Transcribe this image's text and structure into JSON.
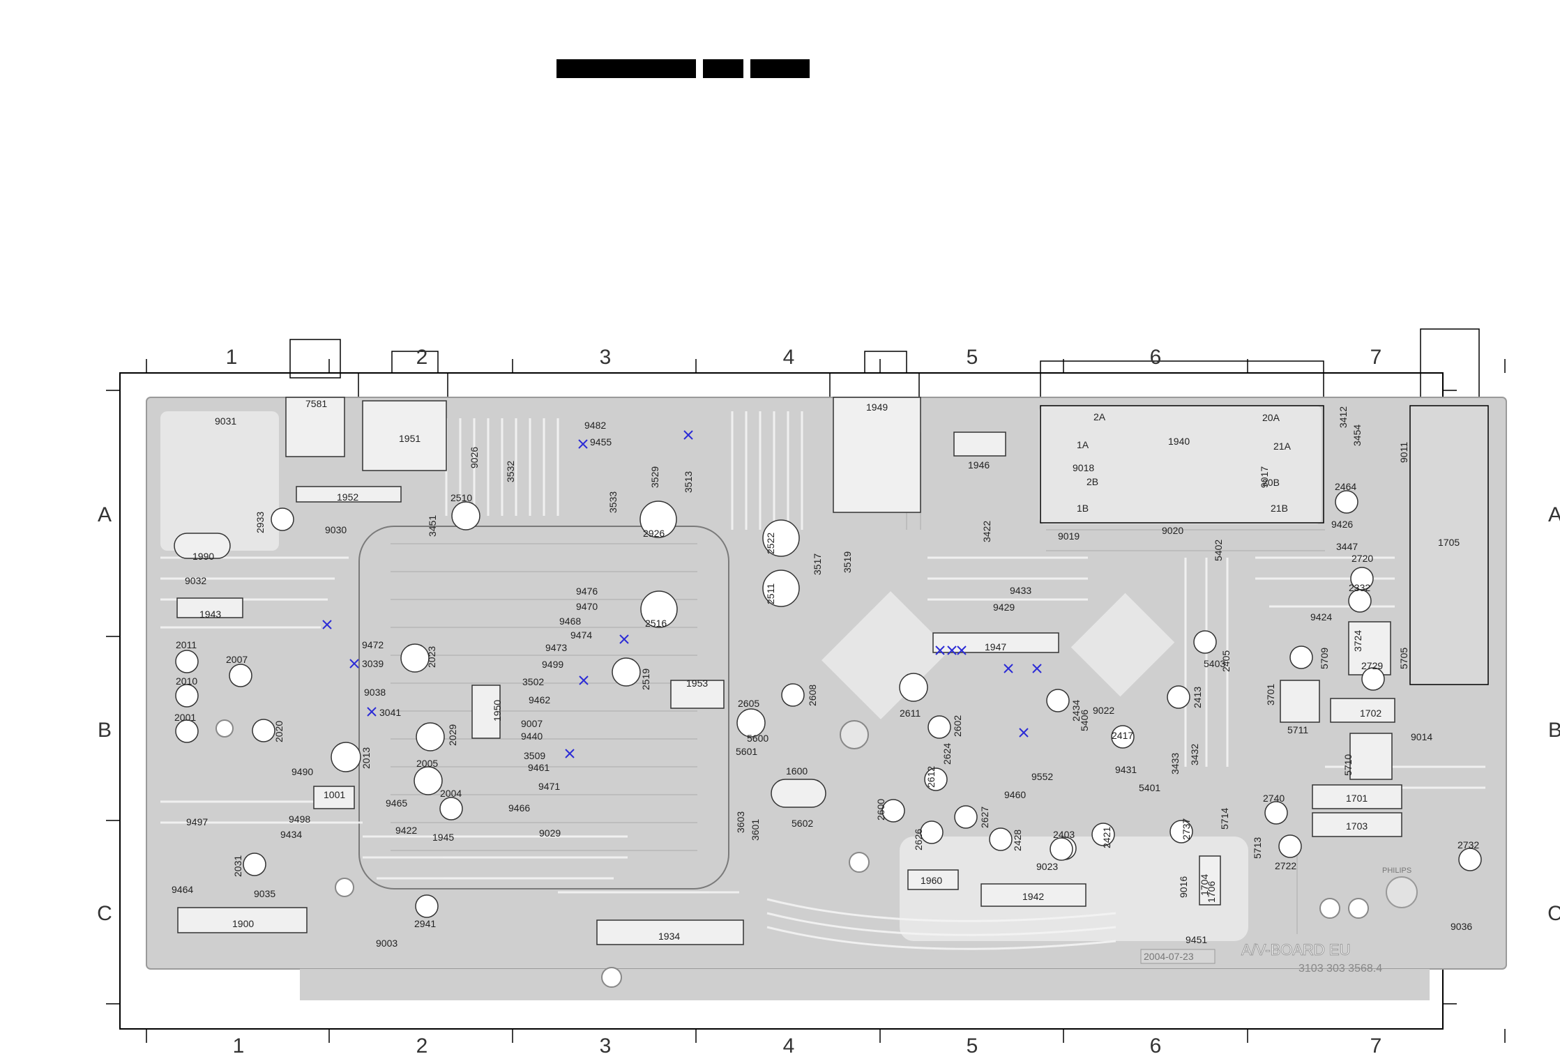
{
  "grid": {
    "columns": [
      "1",
      "2",
      "3",
      "4",
      "5",
      "6",
      "7"
    ],
    "rows": [
      "A",
      "B",
      "C"
    ]
  },
  "board": {
    "silkscreen_name": "A/V-BOARD EU",
    "date_code": "2004-07-23",
    "part_number": "3103 303 3568.4",
    "logo_text": "PHILIPS"
  },
  "components": [
    {
      "ref": "7581"
    },
    {
      "ref": "1951"
    },
    {
      "ref": "9031"
    },
    {
      "ref": "1952"
    },
    {
      "ref": "1990"
    },
    {
      "ref": "1943"
    },
    {
      "ref": "2933"
    },
    {
      "ref": "9030"
    },
    {
      "ref": "9032"
    },
    {
      "ref": "2011"
    },
    {
      "ref": "2010"
    },
    {
      "ref": "2001"
    },
    {
      "ref": "2007"
    },
    {
      "ref": "2020"
    },
    {
      "ref": "3039"
    },
    {
      "ref": "3041"
    },
    {
      "ref": "9038"
    },
    {
      "ref": "9472"
    },
    {
      "ref": "2023"
    },
    {
      "ref": "2029"
    },
    {
      "ref": "2005"
    },
    {
      "ref": "2004"
    },
    {
      "ref": "2013"
    },
    {
      "ref": "9490"
    },
    {
      "ref": "1001"
    },
    {
      "ref": "9465"
    },
    {
      "ref": "9498"
    },
    {
      "ref": "9497"
    },
    {
      "ref": "9434"
    },
    {
      "ref": "9422"
    },
    {
      "ref": "1945"
    },
    {
      "ref": "2031"
    },
    {
      "ref": "9464"
    },
    {
      "ref": "9035"
    },
    {
      "ref": "1900"
    },
    {
      "ref": "9003"
    },
    {
      "ref": "2941"
    },
    {
      "ref": "2510"
    },
    {
      "ref": "3451"
    },
    {
      "ref": "9026"
    },
    {
      "ref": "3532"
    },
    {
      "ref": "9482"
    },
    {
      "ref": "9455"
    },
    {
      "ref": "3533"
    },
    {
      "ref": "3529"
    },
    {
      "ref": "3513"
    },
    {
      "ref": "2926"
    },
    {
      "ref": "9476"
    },
    {
      "ref": "9470"
    },
    {
      "ref": "9468"
    },
    {
      "ref": "9474"
    },
    {
      "ref": "9473"
    },
    {
      "ref": "9499"
    },
    {
      "ref": "3502"
    },
    {
      "ref": "9462"
    },
    {
      "ref": "9007"
    },
    {
      "ref": "9440"
    },
    {
      "ref": "3509"
    },
    {
      "ref": "9461"
    },
    {
      "ref": "9471"
    },
    {
      "ref": "9466"
    },
    {
      "ref": "9029"
    },
    {
      "ref": "1950"
    },
    {
      "ref": "2516"
    },
    {
      "ref": "2519"
    },
    {
      "ref": "1953"
    },
    {
      "ref": "2605"
    },
    {
      "ref": "5600"
    },
    {
      "ref": "5601"
    },
    {
      "ref": "1600"
    },
    {
      "ref": "5602"
    },
    {
      "ref": "3603"
    },
    {
      "ref": "3601"
    },
    {
      "ref": "1934"
    },
    {
      "ref": "2522"
    },
    {
      "ref": "2511"
    },
    {
      "ref": "1949"
    },
    {
      "ref": "3517"
    },
    {
      "ref": "3519"
    },
    {
      "ref": "2608"
    },
    {
      "ref": "1946"
    },
    {
      "ref": "3422"
    },
    {
      "ref": "1947"
    },
    {
      "ref": "9433"
    },
    {
      "ref": "9429"
    },
    {
      "ref": "2611"
    },
    {
      "ref": "2612"
    },
    {
      "ref": "2602"
    },
    {
      "ref": "2624"
    },
    {
      "ref": "2600"
    },
    {
      "ref": "2626"
    },
    {
      "ref": "2627"
    },
    {
      "ref": "2428"
    },
    {
      "ref": "1960"
    },
    {
      "ref": "1942"
    },
    {
      "ref": "9552"
    },
    {
      "ref": "9460"
    },
    {
      "ref": "9023"
    },
    {
      "ref": "2403"
    },
    {
      "ref": "2421"
    },
    {
      "ref": "2434"
    },
    {
      "ref": "5406"
    },
    {
      "ref": "9022"
    },
    {
      "ref": "2417"
    },
    {
      "ref": "3433"
    },
    {
      "ref": "3432"
    },
    {
      "ref": "9431"
    },
    {
      "ref": "5401"
    },
    {
      "ref": "2413"
    },
    {
      "ref": "1940"
    },
    {
      "ref": "9018"
    },
    {
      "ref": "9019"
    },
    {
      "ref": "9020"
    },
    {
      "ref": "5403"
    },
    {
      "ref": "2405"
    },
    {
      "ref": "5402"
    },
    {
      "ref": "3412"
    },
    {
      "ref": "3454"
    },
    {
      "ref": "2464"
    },
    {
      "ref": "9426"
    },
    {
      "ref": "3447"
    },
    {
      "ref": "1705"
    },
    {
      "ref": "2720"
    },
    {
      "ref": "2332"
    },
    {
      "ref": "9424"
    },
    {
      "ref": "3724"
    },
    {
      "ref": "2729"
    },
    {
      "ref": "5705"
    },
    {
      "ref": "5709"
    },
    {
      "ref": "3701"
    },
    {
      "ref": "5711"
    },
    {
      "ref": "1702"
    },
    {
      "ref": "9014"
    },
    {
      "ref": "5710"
    },
    {
      "ref": "1701"
    },
    {
      "ref": "1703"
    },
    {
      "ref": "2740"
    },
    {
      "ref": "2722"
    },
    {
      "ref": "2732"
    },
    {
      "ref": "5714"
    },
    {
      "ref": "5713"
    },
    {
      "ref": "1704"
    },
    {
      "ref": "1706"
    },
    {
      "ref": "9451"
    },
    {
      "ref": "9036"
    },
    {
      "ref": "2737"
    },
    {
      "ref": "9016"
    },
    {
      "ref": "9011"
    },
    {
      "ref": "9017"
    }
  ],
  "connector_pins": [
    "2A",
    "20A",
    "1A",
    "21A",
    "2B",
    "20B",
    "1B",
    "21B"
  ]
}
